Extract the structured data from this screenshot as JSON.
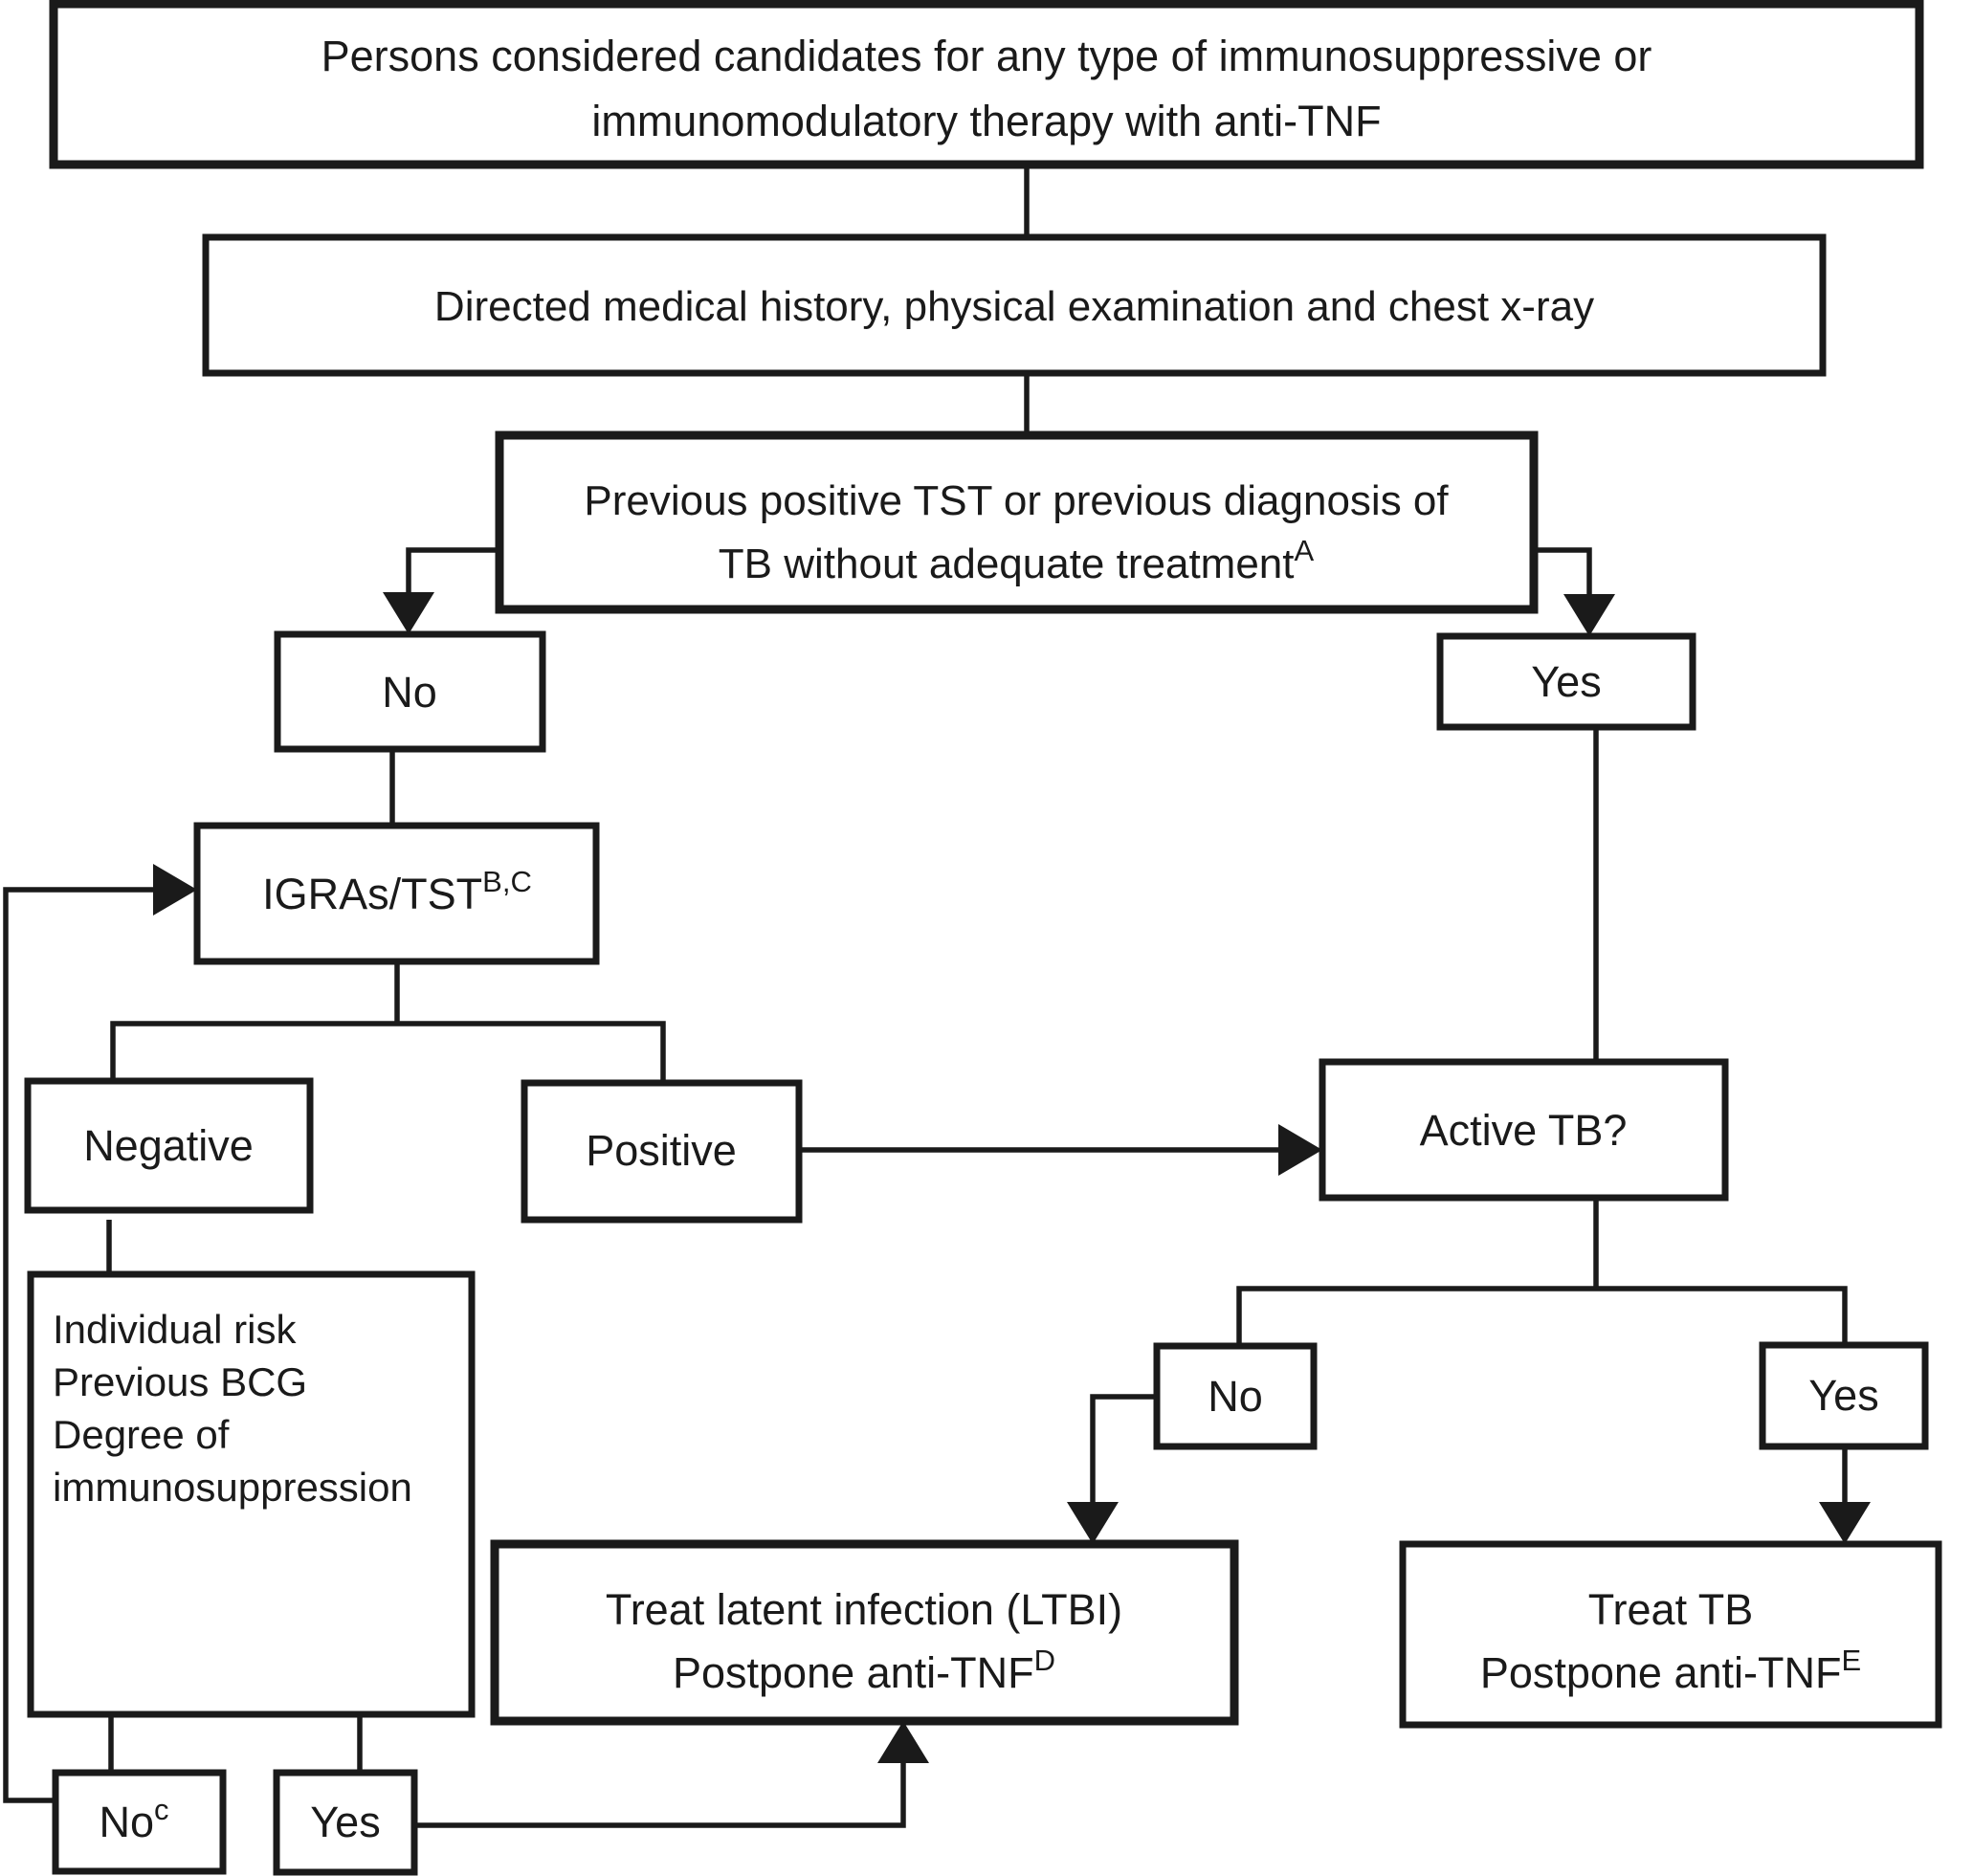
{
  "figure": {
    "background_color": "#ffffff",
    "line_color": "#1a1a1a",
    "boxes": {
      "candidates": {
        "line1": "Persons considered candidates for any type of immunosuppressive or",
        "line2": "immunomodulatory therapy with anti-TNF"
      },
      "history": {
        "label": "Directed medical history, physical examination and chest x-ray"
      },
      "previous_tst": {
        "line1": "Previous positive TST or previous diagnosis of",
        "line2": "TB without adequate treatment",
        "line2_sup": "A"
      },
      "no_previous": {
        "label": "No"
      },
      "yes_previous": {
        "label": "Yes"
      },
      "igras": {
        "label": "IGRAs/TST",
        "sup": "B,C"
      },
      "negative": {
        "label": "Negative"
      },
      "positive": {
        "label": "Positive"
      },
      "active_tb": {
        "label": "Active TB?"
      },
      "individual_risk": {
        "line1": "Individual risk",
        "line2": "Previous BCG",
        "line3": "Degree of",
        "line4": "immunosuppression"
      },
      "no_active": {
        "label": "No"
      },
      "yes_active": {
        "label": "Yes"
      },
      "treat_ltbi": {
        "line1": "Treat latent infection (LTBI)",
        "line2": "Postpone anti-TNF",
        "line2_sup": "D"
      },
      "treat_tb": {
        "line1": "Treat TB",
        "line2": "Postpone anti-TNF",
        "line2_sup": "E"
      },
      "no_risk": {
        "label": "No",
        "sup": "c"
      },
      "yes_risk": {
        "label": "Yes"
      }
    }
  }
}
